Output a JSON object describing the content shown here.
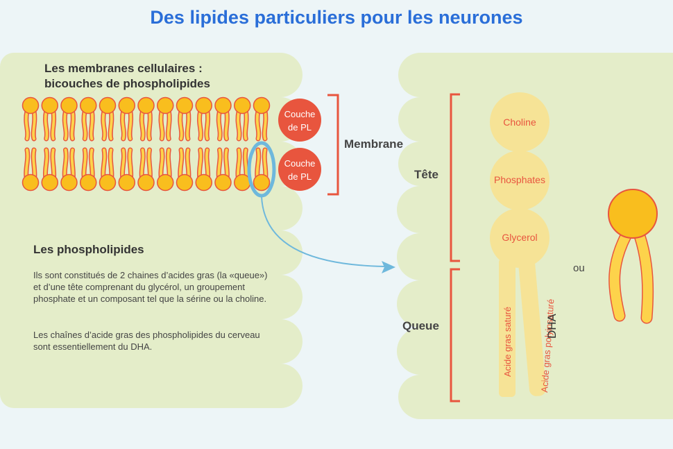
{
  "title": "Des lipides particuliers pour les neurones",
  "left_panel": {
    "heading_line1": "Les membranes cellulaires :",
    "heading_line2": "bicouches de phospholipides",
    "layer_label_line1": "Couche",
    "layer_label_line2": "de PL",
    "membrane_label": "Membrane",
    "phospholipids_heading": "Les phospholipides",
    "paragraph1": "Ils sont constitués de 2 chaines d’acides gras (la «queue») et d’une tête comprenant du glycérol, un groupement phosphate et un composant tel que la sérine ou la choline.",
    "paragraph2": "Les chaînes d’acide gras des phospholipides du cerveau sont essentiellement du DHA."
  },
  "right_panel": {
    "head_label": "Tête",
    "tail_label": "Queue",
    "spheres": [
      "Choline",
      "Phosphates",
      "Glycerol"
    ],
    "chain1": "Acide gras saturé",
    "chain2": "Acide gras polyinsaturé",
    "dha_label": "DHA",
    "or_label": "ou"
  },
  "colors": {
    "title": "#2a6ed8",
    "panel": "#e4edc9",
    "head_orange": "#f9be1e",
    "tail_yellow": "#fdd34b",
    "outline_red": "#e8553e",
    "pale_yellow": "#f6e396",
    "arrow_blue": "#6eb8dc"
  }
}
